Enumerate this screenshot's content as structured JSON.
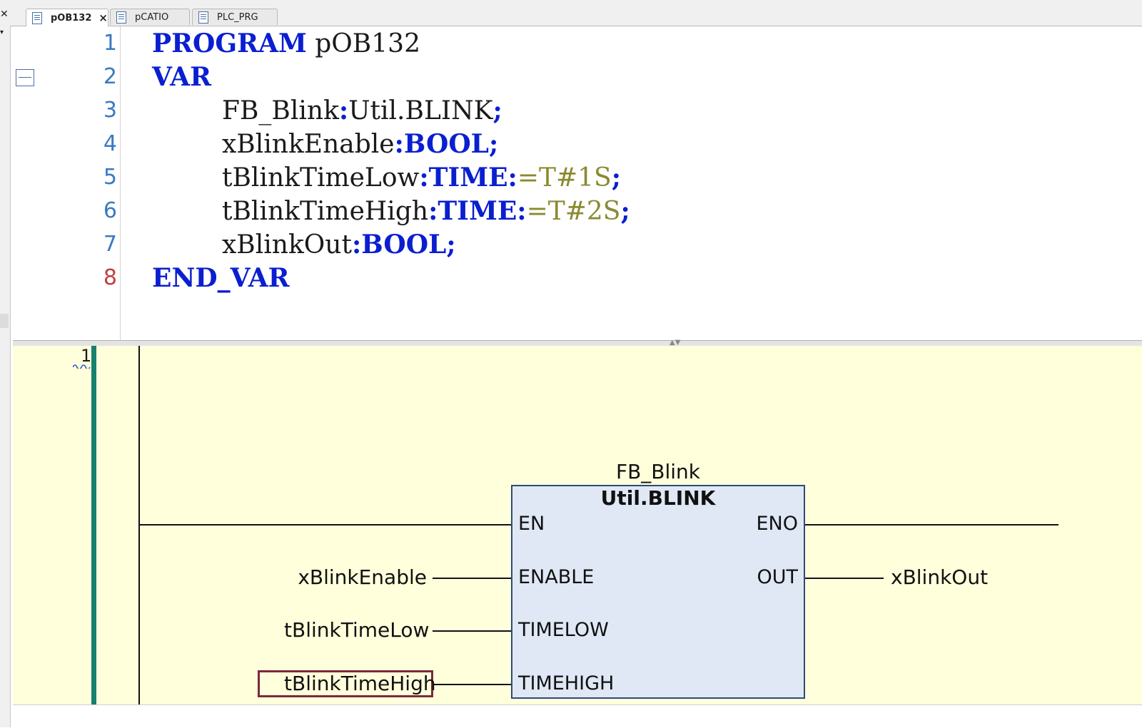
{
  "tabs": [
    {
      "label": "pOB132",
      "active": true,
      "closable": true
    },
    {
      "label": "pCATIO",
      "active": false
    },
    {
      "label": "PLC_PRG",
      "active": false
    }
  ],
  "declaration": {
    "line_numbers": [
      "1",
      "2",
      "3",
      "4",
      "5",
      "6",
      "7",
      "8"
    ],
    "lines": {
      "l1": {
        "kw": "PROGRAM",
        "name": " pOB132"
      },
      "l2": {
        "kw": "VAR"
      },
      "l3": {
        "ident": "FB_Blink",
        "colon": ":",
        "type": "Util.BLINK",
        "semi": ";"
      },
      "l4": {
        "ident": "xBlinkEnable",
        "typed": ":BOOL;"
      },
      "l5": {
        "ident": "tBlinkTimeLow",
        "typed": ":TIME:",
        "init": "=T#1S",
        "semi": ";"
      },
      "l6": {
        "ident": "tBlinkTimeHigh",
        "typed": ":TIME:",
        "init": "=T#2S",
        "semi": ";"
      },
      "l7": {
        "ident": "xBlinkOut",
        "typed": ":BOOL;"
      },
      "l8": {
        "kw": "END_VAR"
      }
    }
  },
  "ladder": {
    "network_number": "1",
    "fb": {
      "instance": "FB_Blink",
      "type": "Util.BLINK",
      "inputs": [
        "EN",
        "ENABLE",
        "TIMELOW",
        "TIMEHIGH"
      ],
      "outputs": [
        "ENO",
        "OUT"
      ]
    },
    "input_vars": {
      "enable": "xBlinkEnable",
      "timelow": "tBlinkTimeLow",
      "timehigh": "tBlinkTimeHigh"
    },
    "output_vars": {
      "out": "xBlinkOut"
    }
  },
  "colors": {
    "keyword": "#0a1fd0",
    "literal": "#8a8a30",
    "line_number": "#3a7ac0",
    "ladder_background": "#ffffdc",
    "power_rail": "#17806f",
    "fb_fill": "#e0e8f5",
    "selection": "#7a2a3a"
  }
}
